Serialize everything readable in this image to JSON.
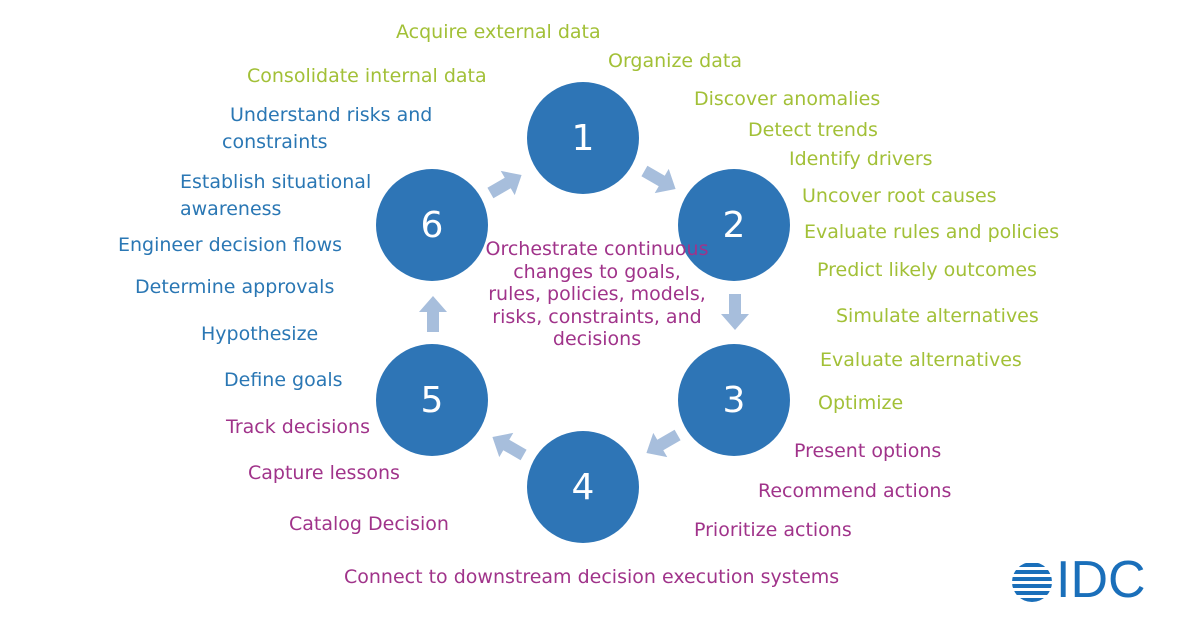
{
  "cycle": {
    "steps": [
      {
        "number": "1"
      },
      {
        "number": "2"
      },
      {
        "number": "3"
      },
      {
        "number": "4"
      },
      {
        "number": "5"
      },
      {
        "number": "6"
      }
    ],
    "center_text": "Orchestrate continuous changes to goals, rules, policies, models, risks, constraints, and decisions"
  },
  "labels": {
    "green": [
      "Acquire external data",
      "Organize data",
      "Consolidate internal data",
      "Discover anomalies",
      "Detect trends",
      "Identify drivers",
      "Uncover root causes",
      "Evaluate rules and policies",
      "Predict likely outcomes",
      "Simulate alternatives",
      "Evaluate alternatives",
      "Optimize"
    ],
    "blue": [
      "Understand risks and",
      "constraints",
      "Establish situational",
      "awareness",
      "Engineer decision flows",
      "Determine approvals",
      "Hypothesize",
      "Define goals"
    ],
    "purple": [
      "Present options",
      "Recommend actions",
      "Prioritize actions",
      "Track decisions",
      "Capture lessons",
      "Catalog Decision",
      "Connect to downstream decision execution systems"
    ]
  },
  "colors": {
    "circle": "#2e75b6",
    "arrow": "#a7bedc",
    "green_text": "#a2c037",
    "blue_text": "#2a77b4",
    "purple_text": "#a0338a",
    "logo": "#1a6fba"
  },
  "logo": {
    "text": "IDC"
  }
}
